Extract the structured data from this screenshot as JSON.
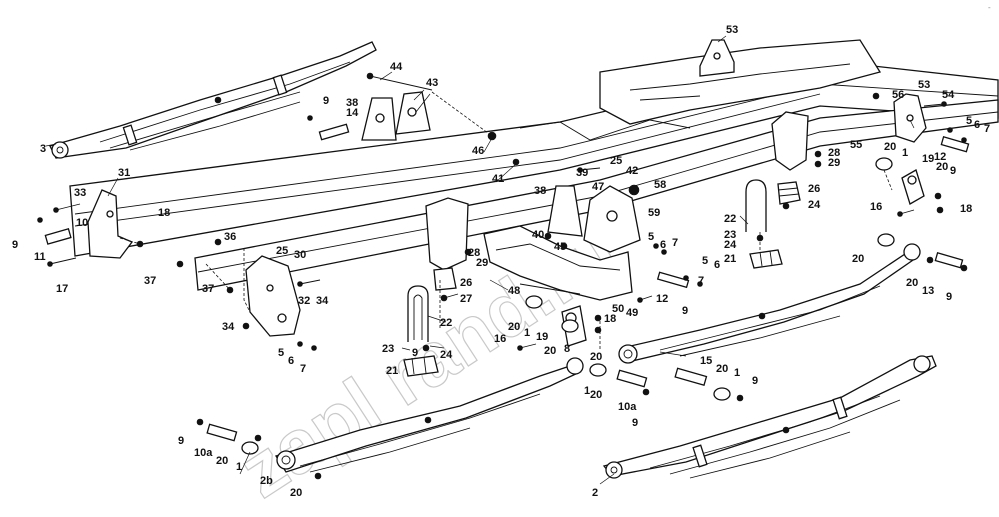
{
  "diagram": {
    "watermark": "zapl  rand.ru",
    "corner_mark": "-",
    "labels": [
      {
        "key": "l53a",
        "text": "53"
      },
      {
        "key": "l44",
        "text": "44"
      },
      {
        "key": "l43",
        "text": "43"
      },
      {
        "key": "l9a",
        "text": "9"
      },
      {
        "key": "l38a",
        "text": "38"
      },
      {
        "key": "l14",
        "text": "14"
      },
      {
        "key": "l3",
        "text": "3"
      },
      {
        "key": "l46",
        "text": "46"
      },
      {
        "key": "l41",
        "text": "41"
      },
      {
        "key": "l33",
        "text": "33"
      },
      {
        "key": "l31",
        "text": "31"
      },
      {
        "key": "l10",
        "text": "10"
      },
      {
        "key": "l9b",
        "text": "9"
      },
      {
        "key": "l11",
        "text": "11"
      },
      {
        "key": "l17",
        "text": "17"
      },
      {
        "key": "l18a",
        "text": "18"
      },
      {
        "key": "l36",
        "text": "36"
      },
      {
        "key": "l37a",
        "text": "37"
      },
      {
        "key": "l25a",
        "text": "25"
      },
      {
        "key": "l30",
        "text": "30"
      },
      {
        "key": "l37b",
        "text": "37"
      },
      {
        "key": "l32",
        "text": "32"
      },
      {
        "key": "l34a",
        "text": "34"
      },
      {
        "key": "l34b",
        "text": "34"
      },
      {
        "key": "l5a",
        "text": "5"
      },
      {
        "key": "l6a",
        "text": "6"
      },
      {
        "key": "l7a",
        "text": "7"
      },
      {
        "key": "l22a",
        "text": "22"
      },
      {
        "key": "l23a",
        "text": "23"
      },
      {
        "key": "l9c",
        "text": "9"
      },
      {
        "key": "l24a",
        "text": "24"
      },
      {
        "key": "l21a",
        "text": "21"
      },
      {
        "key": "l38b",
        "text": "38"
      },
      {
        "key": "l39",
        "text": "39"
      },
      {
        "key": "l25b",
        "text": "25"
      },
      {
        "key": "l42",
        "text": "42"
      },
      {
        "key": "l47",
        "text": "47"
      },
      {
        "key": "l58",
        "text": "58"
      },
      {
        "key": "l59",
        "text": "59"
      },
      {
        "key": "l40",
        "text": "40"
      },
      {
        "key": "l45",
        "text": "45"
      },
      {
        "key": "l28a",
        "text": "28"
      },
      {
        "key": "l29a",
        "text": "29"
      },
      {
        "key": "l26a",
        "text": "26"
      },
      {
        "key": "l27",
        "text": "27"
      },
      {
        "key": "l48",
        "text": "48"
      },
      {
        "key": "l5b",
        "text": "5"
      },
      {
        "key": "l6b",
        "text": "6"
      },
      {
        "key": "l7b",
        "text": "7"
      },
      {
        "key": "l12a",
        "text": "12"
      },
      {
        "key": "l50",
        "text": "50"
      },
      {
        "key": "l49",
        "text": "49"
      },
      {
        "key": "l9d",
        "text": "9"
      },
      {
        "key": "l16a",
        "text": "16"
      },
      {
        "key": "l20a",
        "text": "20"
      },
      {
        "key": "l1a",
        "text": "1"
      },
      {
        "key": "l19a",
        "text": "19"
      },
      {
        "key": "l18b",
        "text": "18"
      },
      {
        "key": "l20b",
        "text": "20"
      },
      {
        "key": "l8",
        "text": "8"
      },
      {
        "key": "l20c",
        "text": "20"
      },
      {
        "key": "l1b",
        "text": "1"
      },
      {
        "key": "l20d",
        "text": "20"
      },
      {
        "key": "l15",
        "text": "15"
      },
      {
        "key": "l20e",
        "text": "20"
      },
      {
        "key": "l1c",
        "text": "1"
      },
      {
        "key": "l9e",
        "text": "9"
      },
      {
        "key": "l10a1",
        "text": "10a"
      },
      {
        "key": "l9f",
        "text": "9"
      },
      {
        "key": "l9g",
        "text": "9"
      },
      {
        "key": "l10a2",
        "text": "10a"
      },
      {
        "key": "l20f",
        "text": "20"
      },
      {
        "key": "l1d",
        "text": "1"
      },
      {
        "key": "l2b",
        "text": "2b"
      },
      {
        "key": "l20g",
        "text": "20"
      },
      {
        "key": "l2",
        "text": "2"
      },
      {
        "key": "l22b",
        "text": "22"
      },
      {
        "key": "l23b",
        "text": "23"
      },
      {
        "key": "l24b",
        "text": "24"
      },
      {
        "key": "l21b",
        "text": "21"
      },
      {
        "key": "l26b",
        "text": "26"
      },
      {
        "key": "l24c",
        "text": "24"
      },
      {
        "key": "l28b",
        "text": "28"
      },
      {
        "key": "l29b",
        "text": "29"
      },
      {
        "key": "l53b",
        "text": "53"
      },
      {
        "key": "l56",
        "text": "56"
      },
      {
        "key": "l54",
        "text": "54"
      },
      {
        "key": "l5c",
        "text": "5"
      },
      {
        "key": "l6c",
        "text": "6"
      },
      {
        "key": "l7c",
        "text": "7"
      },
      {
        "key": "l55",
        "text": "55"
      },
      {
        "key": "l20h",
        "text": "20"
      },
      {
        "key": "l1e",
        "text": "1"
      },
      {
        "key": "l19b",
        "text": "19"
      },
      {
        "key": "l12b",
        "text": "12"
      },
      {
        "key": "l20i",
        "text": "20"
      },
      {
        "key": "l9h",
        "text": "9"
      },
      {
        "key": "l16b",
        "text": "16"
      },
      {
        "key": "l18c",
        "text": "18"
      },
      {
        "key": "l20j",
        "text": "20"
      },
      {
        "key": "l20k",
        "text": "20"
      },
      {
        "key": "l13",
        "text": "13"
      },
      {
        "key": "l9i",
        "text": "9"
      },
      {
        "key": "l5d",
        "text": "5"
      },
      {
        "key": "l6d",
        "text": "6"
      },
      {
        "key": "l7d",
        "text": "7"
      }
    ]
  }
}
